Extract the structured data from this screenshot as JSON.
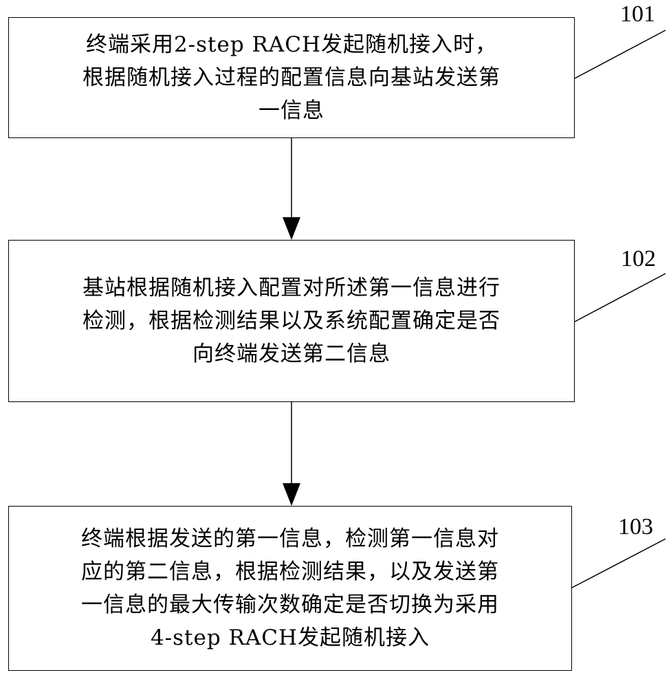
{
  "steps": [
    {
      "id": "101",
      "label": "101",
      "text": "终端采用2-step RACH发起随机接入时，\n根据随机接入过程的配置信息向基站发送第\n一信息"
    },
    {
      "id": "102",
      "label": "102",
      "text": "基站根据随机接入配置对所述第一信息进行\n检测，根据检测结果以及系统配置确定是否\n向终端发送第二信息"
    },
    {
      "id": "103",
      "label": "103",
      "text": "终端根据发送的第一信息，检测第一信息对\n应的第二信息，根据检测结果，以及发送第\n一信息的最大传输次数确定是否切换为采用\n4-step RACH发起随机接入"
    }
  ],
  "colors": {
    "stroke": "#000000",
    "background": "#ffffff"
  }
}
